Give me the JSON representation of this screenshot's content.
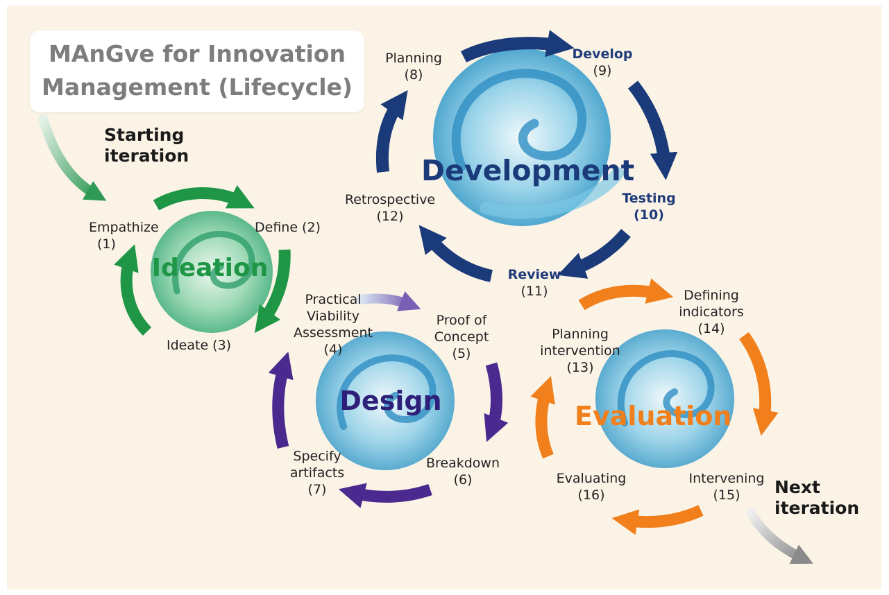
{
  "title": {
    "line1": "MAnGve for Innovation",
    "line2": "Management (Lifecycle)"
  },
  "start_label": {
    "line1": "Starting",
    "line2": "iteration"
  },
  "next_label": {
    "line1": "Next",
    "line2": "iteration"
  },
  "colors": {
    "background": "#fbf3e6",
    "ideation": "#1e9645",
    "design": "#4b2a8f",
    "development": "#1b3a7a",
    "evaluation": "#f07f1c",
    "wave": "#5cb8dc"
  },
  "phases": {
    "ideation": {
      "name": "Ideation",
      "steps": [
        {
          "line1": "Empathize",
          "line2": "(1)"
        },
        {
          "line1": "Define (2)"
        },
        {
          "line1": "Ideate (3)"
        }
      ]
    },
    "design": {
      "name": "Design",
      "steps": [
        {
          "line1": "Practical",
          "line2": "Viability",
          "line3": "Assessment",
          "line4": "(4)"
        },
        {
          "line1": "Proof of",
          "line2": "Concept",
          "line3": "(5)"
        },
        {
          "line1": "Breakdown",
          "line2": "(6)"
        },
        {
          "line1": "Specify",
          "line2": "artifacts",
          "line3": "(7)"
        }
      ]
    },
    "development": {
      "name": "Development",
      "steps": [
        {
          "line1": "Planning",
          "line2": "(8)"
        },
        {
          "line1": "Develop",
          "line2": "(9)"
        },
        {
          "line1": "Testing",
          "line2": "(10)"
        },
        {
          "line1": "Review",
          "line2": "(11)"
        },
        {
          "line1": "Retrospective",
          "line2": "(12)"
        }
      ]
    },
    "evaluation": {
      "name": "Evaluation",
      "steps": [
        {
          "line1": "Planning",
          "line2": "intervention",
          "line3": "(13)"
        },
        {
          "line1": "Defining",
          "line2": "indicators",
          "line3": "(14)"
        },
        {
          "line1": "Intervening",
          "line2": "(15)"
        },
        {
          "line1": "Evaluating",
          "line2": "(16)"
        }
      ]
    }
  }
}
